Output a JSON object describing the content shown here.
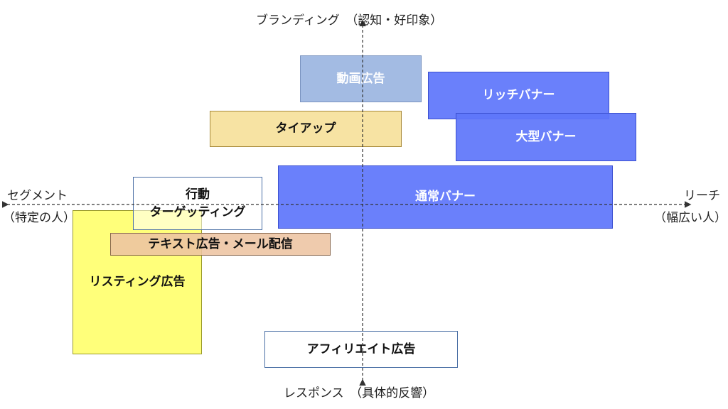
{
  "axes": {
    "top": "ブランディング　（認知・好印象）",
    "bottom": "レスポンス　（具体的反響）",
    "left_line1": "セグメント",
    "left_line2": "（特定の人）",
    "right_line1": "リーチ",
    "right_line2": "（幅広い人）"
  },
  "items": {
    "douga": "動画広告",
    "rich": "リッチバナー",
    "tieup": "タイアップ",
    "ogata": "大型バナー",
    "koudou_line1": "行動",
    "koudou_line2": "ターゲッティング",
    "tsujo": "通常バナー",
    "text_ad": "テキスト広告・メール配信",
    "listing": "リスティング広告",
    "affiliate": "アフィリエイト広告"
  },
  "colors": {
    "douga": "#a3bbe3",
    "rich": "#6a80fb",
    "tieup": "#f7e3a3",
    "ogata": "#6a80fb",
    "tsujo": "#6a80fb",
    "text_ad": "#edc4a2",
    "listing": "#ffff7a",
    "axis": "#333333"
  }
}
